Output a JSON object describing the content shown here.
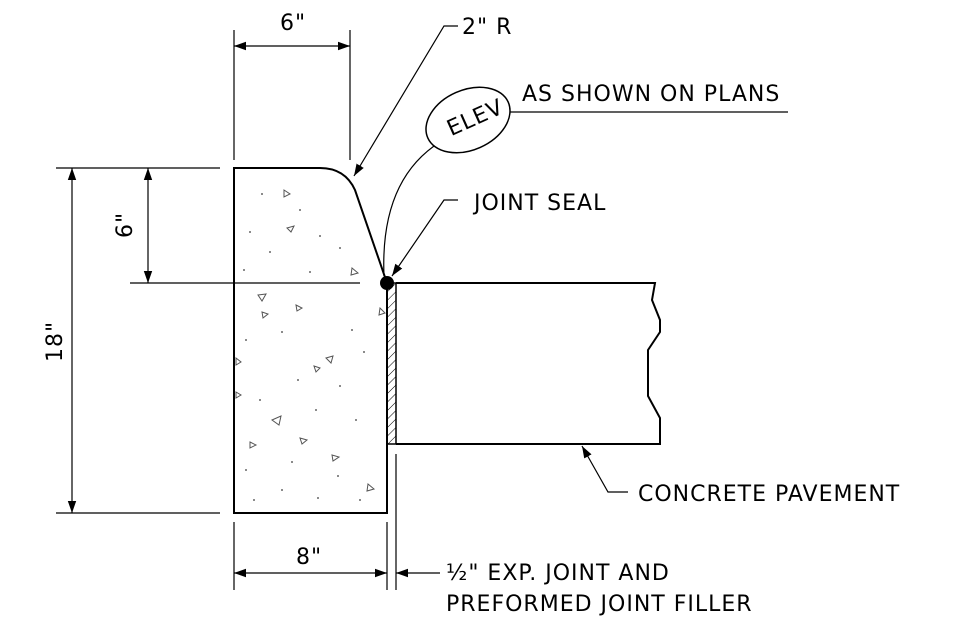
{
  "dimensions": {
    "top_width": "6\"",
    "radius": "2\" R",
    "seal_drop": "6\"",
    "total_height": "18\"",
    "bottom_width": "8\""
  },
  "labels": {
    "elev_bubble": "ELEV",
    "elev_note": "AS SHOWN ON PLANS",
    "joint_seal": "JOINT SEAL",
    "concrete_pavement": "CONCRETE PAVEMENT",
    "exp_joint_line1": "½\" EXP. JOINT AND",
    "exp_joint_line2": "PREFORMED JOINT FILLER"
  },
  "colors": {
    "line": "#000000",
    "aggregate": "#555555"
  }
}
